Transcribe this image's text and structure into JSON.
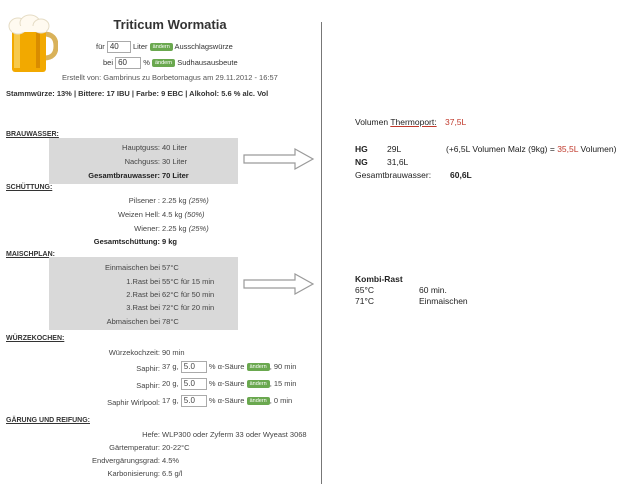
{
  "header": {
    "title": "Triticum Wormatia",
    "fuer": "für",
    "volume_value": "40",
    "liter_label": "Liter",
    "aendern": "ändern",
    "ausschlag": "Ausschlagswürze",
    "bei": "bei",
    "yield_value": "60",
    "yield_unit": "%",
    "sudhaus": "Sudhausausbeute",
    "created_by": "Erstellt von: Gambrinus zu Borbetomagus am 29.11.2012 - 16:57",
    "stats": "Stammwürze: 13% | Bittere: 17 IBU | Farbe: 9 EBC | Alkohol: 5.6 % alc. Vol"
  },
  "sections": {
    "brauwasser": "BRAUWASSER:",
    "schuettung": "SCHÜTTUNG:",
    "maischplan": "MAISCHPLAN:",
    "wuerzekochen": "WÜRZEKOCHEN:",
    "gaerung": "GÄRUNG UND REIFUNG:"
  },
  "brauwasser": [
    {
      "label": "Hauptguss:",
      "value": "40 Liter"
    },
    {
      "label": "Nachguss:",
      "value": "30 Liter"
    },
    {
      "label": "Gesamtbrauwasser:",
      "value": "70 Liter"
    }
  ],
  "schuettung": [
    {
      "label": "Pilsener :",
      "value": "2.25 kg",
      "pct": "(25%)"
    },
    {
      "label": "Weizen Hell:",
      "value": "4.5 kg",
      "pct": "(50%)"
    },
    {
      "label": "Wiener:",
      "value": "2.25 kg",
      "pct": "(25%)"
    },
    {
      "label": "Gesamtschüttung:",
      "value": "9 kg",
      "pct": ""
    }
  ],
  "maischplan": [
    {
      "label": "Einmaischen bei",
      "value": "57°C"
    },
    {
      "label": "1.Rast bei",
      "value": "55°C für 15 min"
    },
    {
      "label": "2.Rast bei",
      "value": "62°C für 50 min"
    },
    {
      "label": "3.Rast bei",
      "value": "72°C für 20 min"
    },
    {
      "label": "Abmaischen bei",
      "value": "78°C"
    }
  ],
  "wuerzekochen": {
    "kochzeit_label": "Würzekochzeit:",
    "kochzeit_value": "90 min",
    "alpha_unit": "% α-Säure",
    "hops": [
      {
        "label": "Saphir:",
        "amount": "37 g,",
        "alpha": "5.0",
        "time": ", 90 min"
      },
      {
        "label": "Saphir:",
        "amount": "20 g,",
        "alpha": "5.0",
        "time": ", 15 min"
      },
      {
        "label": "Saphir Wirlpool:",
        "amount": "17 g,",
        "alpha": "5.0",
        "time": ", 0 min"
      }
    ]
  },
  "gaerung": [
    {
      "label": "Hefe:",
      "value": "WLP300 oder Zyferm 33 oder Wyeast 3068"
    },
    {
      "label": "Gärtemperatur:",
      "value": "20-22°C"
    },
    {
      "label": "Endvergärungsgrad:",
      "value": "4.5%"
    },
    {
      "label": "Karbonisierung:",
      "value": "6.5 g/l"
    }
  ],
  "notes1": {
    "volumen_label": "Volumen",
    "thermoport": "Thermoport:",
    "volumen_value": "37,5L",
    "hg_label": "HG",
    "hg_value": "29L",
    "hg_note_a": "(+6,5L Volumen Malz (9kg) = ",
    "hg_note_red": "35,5L",
    "hg_note_b": " Volumen)",
    "ng_label": "NG",
    "ng_value": "31,6L",
    "gesamt_label": "Gesamtbrauwasser:",
    "gesamt_value": "60,6L"
  },
  "notes2": {
    "title": "Kombi-Rast",
    "rows": [
      {
        "temp": "65°C",
        "text": "60 min."
      },
      {
        "temp": "71°C",
        "text": "Einmaischen"
      }
    ]
  },
  "colors": {
    "accent_green": "#6aa84f",
    "note_red": "#c0392b",
    "panel_grey": "#d9d9d9"
  }
}
